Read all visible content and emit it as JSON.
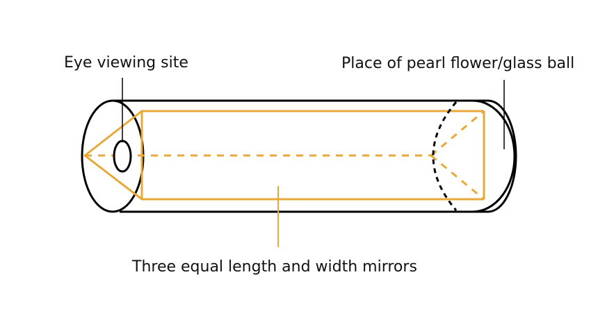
{
  "labels": {
    "eye_site": "Eye viewing site",
    "object_place": "Place of pearl flower/glass ball",
    "mirrors": "Three equal length and width mirrors"
  },
  "colors": {
    "outline": "#000000",
    "mirror": "#E8A93A",
    "background": "#ffffff"
  }
}
